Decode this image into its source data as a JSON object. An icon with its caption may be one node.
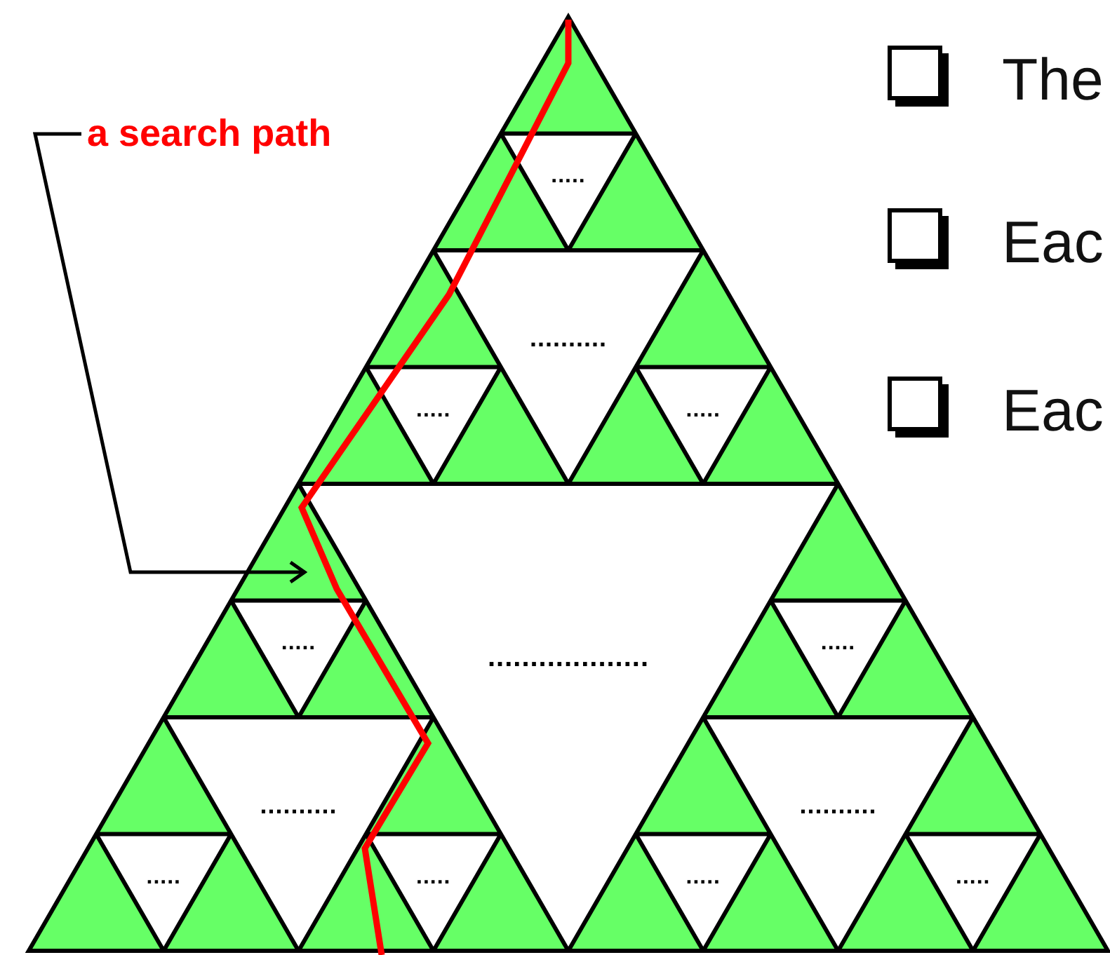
{
  "diagram": {
    "nodes": [
      {
        "text": [
          "a search path"
        ]
      },
      {
        "text": [],
        "shape": "line"
      }
    ],
    "edges": [
      {
        "from": 0,
        "to": 1,
        "arrow": "to"
      }
    ],
    "labels": [
      "The",
      "Eac",
      "Eac",
      ".....",
      "..........",
      ".....",
      ".....",
      ".....",
      "...................",
      ".....",
      "..........",
      "..........",
      ".....",
      ".....",
      ".....",
      "....."
    ]
  }
}
